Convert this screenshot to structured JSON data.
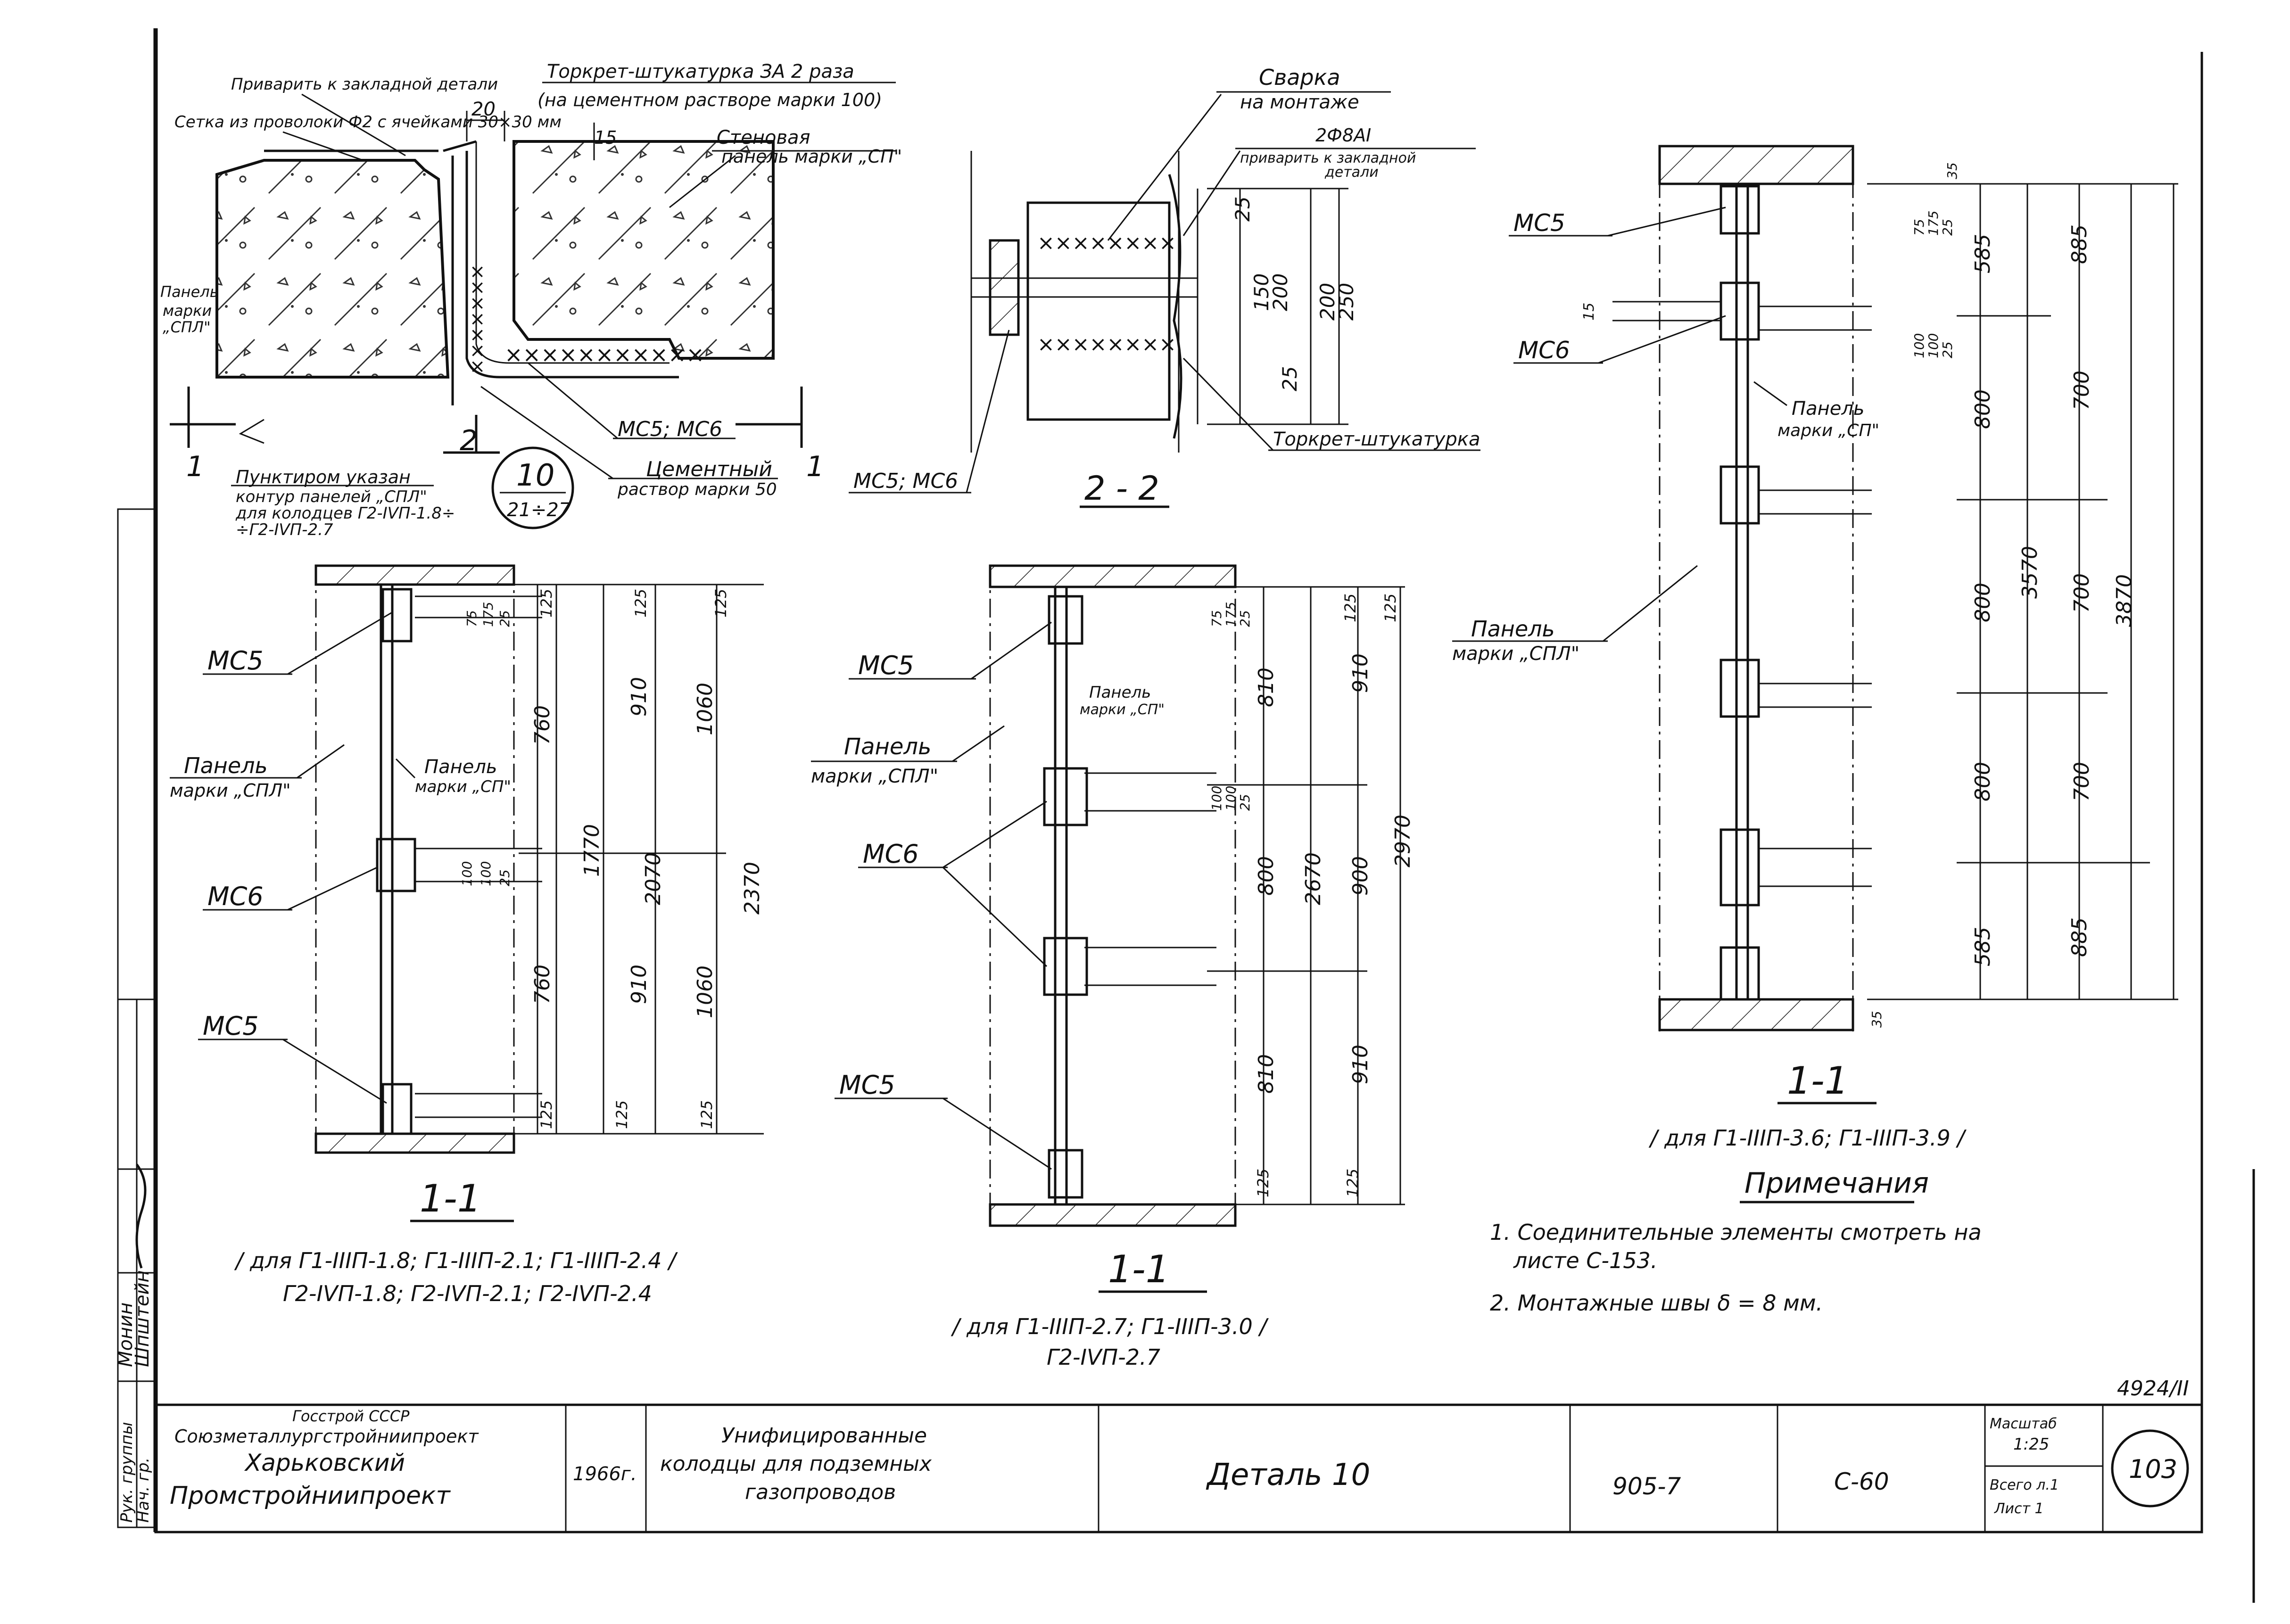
{
  "detail": {
    "note_weld_embedded": "Приварить к закладной детали",
    "note_mesh": "Сетка из проволоки Ф2 с ячейками 30×30 мм",
    "note_torcret": "Торкрет-штукатурка ЗА 2 раза",
    "note_mortar": "(на цементном растворе марки 100)",
    "dim_20": "20",
    "dim_15": "15",
    "wall_panel_line1": "Стеновая",
    "wall_panel_line2": "панель марки „СП\"",
    "panel_left_line1": "Панель",
    "panel_left_line2": "марки",
    "panel_left_line3": "„СПЛ\"",
    "mc5_mc6": "МС5; МС6",
    "cement_line1": "Цементный",
    "cement_line2": "раствор марки 50",
    "section_1": "1",
    "section_2": "2",
    "dotted_note_line1": "Пунктиром указан",
    "dotted_note_line2": "контур панелей „СПЛ\"",
    "dotted_note_line3": "для колодцев Г2-IVП-1.8÷",
    "dotted_note_line4": "÷Г2-IVП-2.7",
    "bubble_top": "10",
    "bubble_bottom": "21÷27"
  },
  "section22": {
    "weld_line1": "Сварка",
    "weld_line2": "на монтаже",
    "rebar": "2Ф8АI",
    "weld_embedded_line1": "приварить к закладной",
    "weld_embedded_line2": "детали",
    "torcret": "Торкрет-штукатурка",
    "mc5_mc6": "МС5; МС6",
    "title": "2 - 2",
    "dims": [
      "25",
      "150",
      "200",
      "200",
      "250",
      "25"
    ]
  },
  "sectionA": {
    "mc5_top": "МС5",
    "mc6": "МС6",
    "mc5_bottom": "МС5",
    "panel_spl_line1": "Панель",
    "panel_spl_line2": "марки „СПЛ\"",
    "panel_sp_line1": "Панель",
    "panel_sp_line2": "марки „СП\"",
    "dims_col1": [
      "760",
      "760"
    ],
    "dims_col2": [
      "910",
      "910"
    ],
    "dims_col3": [
      "1060",
      "1060"
    ],
    "dims_total": [
      "1770",
      "2070",
      "2370"
    ],
    "dims_small": [
      "125",
      "125",
      "125",
      "125",
      "125",
      "125",
      "75",
      "175",
      "25",
      "100",
      "100",
      "25"
    ],
    "title": "1-1",
    "caption_line1": "/ для Г1-IIIП-1.8; Г1-IIIП-2.1; Г1-IIIП-2.4 /",
    "caption_line2": "Г2-IVП-1.8; Г2-IVП-2.1; Г2-IVП-2.4"
  },
  "sectionB": {
    "mc5_top": "МС5",
    "panel_spl_line1": "Панель",
    "panel_spl_line2": "марки „СПЛ\"",
    "panel_sp_line1": "Панель",
    "panel_sp_line2": "марки „СП\"",
    "mc6": "МС6",
    "mc5_bottom": "МС5",
    "dims_col1": [
      "810",
      "800",
      "810"
    ],
    "dims_col2": [
      "910",
      "900",
      "910"
    ],
    "dims_total": [
      "2670",
      "2970"
    ],
    "dims_small": [
      "125",
      "125",
      "125",
      "125",
      "75",
      "175",
      "25",
      "100",
      "100",
      "25"
    ],
    "title": "1-1",
    "caption_line1": "/ для Г1-IIIП-2.7; Г1-IIIП-3.0 /",
    "caption_line2": "Г2-IVП-2.7"
  },
  "sectionC": {
    "mc5": "МС5",
    "mc6": "МС6",
    "gap": "15",
    "panel_sp_line1": "Панель",
    "panel_sp_line2": "марки „СП\"",
    "panel_spl_line1": "Панель",
    "panel_spl_line2": "марки „СПЛ\"",
    "dims_col1": [
      "585",
      "800",
      "800",
      "800",
      "585"
    ],
    "dims_col2": [
      "700",
      "700",
      "700"
    ],
    "dims_col3": [
      "885",
      "885"
    ],
    "dims_total": [
      "3570",
      "3870"
    ],
    "dims_small": [
      "35",
      "75",
      "175",
      "25",
      "100",
      "100",
      "25",
      "35"
    ],
    "title": "1-1",
    "caption": "/ для Г1-IIIП-3.6; Г1-IIIП-3.9 /"
  },
  "notes": {
    "heading": "Примечания",
    "item1_line1": "1. Соединительные   элементы   смотреть   на",
    "item1_line2": "листе С-153.",
    "item2": "2. Монтажные   швы  δ = 8 мм."
  },
  "side_stamp": {
    "role1": "Нач. гр.",
    "name1": "Шпштейн",
    "role2": "Рук. группы",
    "name2": "Монин"
  },
  "title_block": {
    "doc_number": "4924/II",
    "org_line1": "Госстрой СССР",
    "org_line2": "Союзметаллургстройниипроект",
    "org_line3": "Харьковский",
    "org_line4": "Промстройниипроект",
    "year": "1966г.",
    "title_line1": "Унифицированные",
    "title_line2": "колодцы для подземных",
    "title_line3": "газопроводов",
    "detail": "Деталь 10",
    "series": "905-7",
    "sheet_code": "С-60",
    "scale_label": "Масштаб",
    "scale_value": "1:25",
    "total_label": "Всего л.1",
    "sheet_label": "Лист 1",
    "page_number": "103"
  }
}
